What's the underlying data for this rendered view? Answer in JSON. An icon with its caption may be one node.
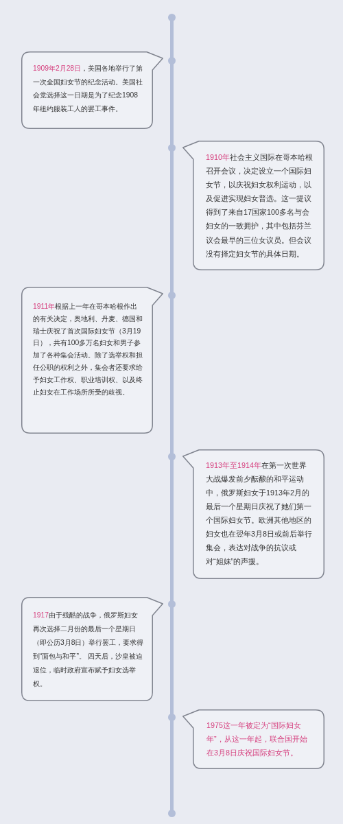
{
  "diagram": {
    "nodes": [
      {
        "text": [
          "1909年2月28日",
          "，美国各地举行了第一次全国妇女节的纪念活动。美国社会党选择这一日期是为了纪念1908年纽约服装工人的罢工事件。"
        ]
      },
      {
        "text": [
          "1910年",
          "社会主义国际在哥本哈根召开会议，决定设立一个国际妇女节，以庆祝妇女权利运动，以及促进实现妇女普选。这一提议得到了来自17国家100多名与会妇女的一致拥护，其中包括芬兰议会最早的三位女议员。但会议没有择定妇女节的具体日期。"
        ]
      },
      {
        "text": [
          "1911年",
          "根据上一年在哥本哈根作出的有关决定，奥地利、丹麦、德国和瑞士庆祝了首次国际妇女节（3月19日），共有100多万名妇女和男子参加了各种集会活动。除了选举权和担任公职的权利之外，集会者还要求给予妇女工作权、职业培训权、以及终止妇女在工作场所所受的歧视。"
        ]
      },
      {
        "text": [
          "1913年至1914年",
          "在第一次世界大战爆发前夕酝酿的和平运动中，俄罗斯妇女于1913年2月的最后一个星期日庆祝了她们第一个国际妇女节。欧洲其他地区的妇女也在翌年3月8日或前后举行集会，表达对战争的抗议或对“姐妹”的声援。"
        ]
      },
      {
        "text": [
          "1917",
          "由于残酷的战争，俄罗斯妇女再次选择二月份的最后一个星期日（即公历3月8日）举行罢工，要求得到“面包与和平”。 四天后，沙皇被迫退位，临时政府宣布赋予妇女选举权。"
        ]
      },
      {
        "text": [
          "1975这一年被定为“国际妇女年”，从这一年起，联合国开始在3月8日庆祝国际妇女节。"
        ]
      }
    ]
  }
}
